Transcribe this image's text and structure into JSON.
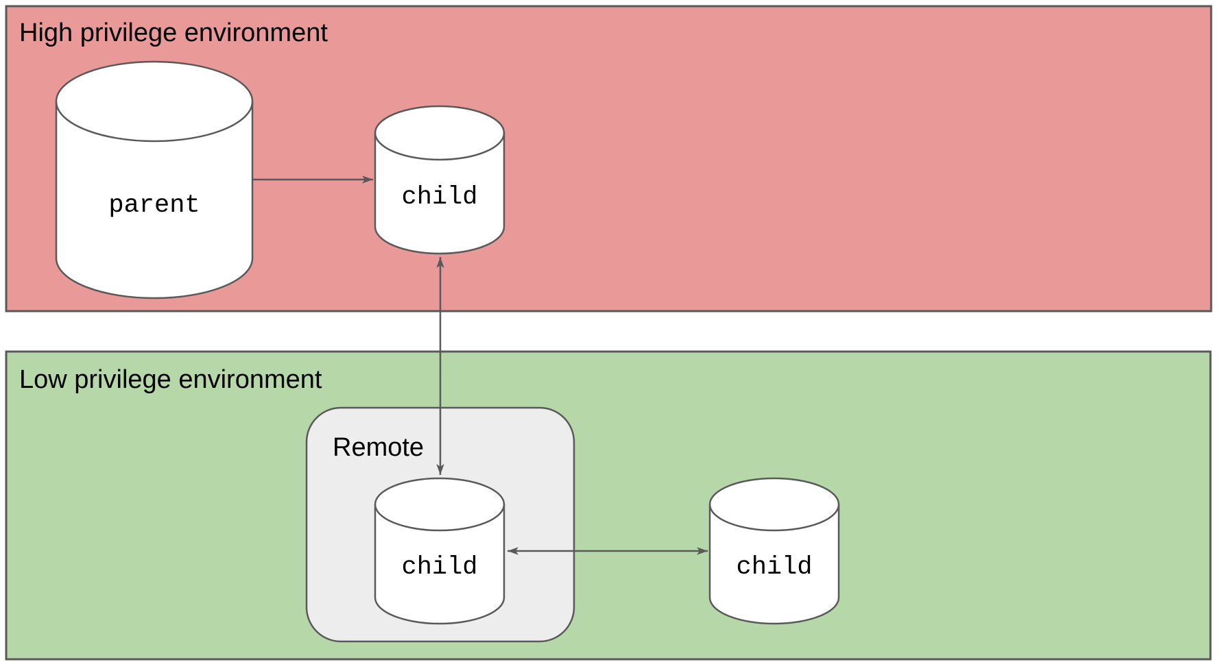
{
  "high_env": {
    "label": "High privilege environment"
  },
  "low_env": {
    "label": "Low privilege environment"
  },
  "remote": {
    "label": "Remote"
  },
  "nodes": {
    "parent": {
      "label": "parent",
      "environment": "high"
    },
    "child_high": {
      "label": "child",
      "environment": "high"
    },
    "child_remote": {
      "label": "child",
      "environment": "low",
      "group": "Remote"
    },
    "child_low": {
      "label": "child",
      "environment": "low"
    }
  },
  "edges": [
    {
      "from": "parent",
      "to": "child_high",
      "arrows": "forward"
    },
    {
      "from": "child_high",
      "to": "child_remote",
      "arrows": "both"
    },
    {
      "from": "child_remote",
      "to": "child_low",
      "arrows": "both"
    }
  ],
  "colors": {
    "high_env_fill": "#ea9999",
    "low_env_fill": "#b6d7a8",
    "remote_fill": "#ededed",
    "node_fill": "#ffffff",
    "stroke": "#595959",
    "text": "#000000"
  }
}
